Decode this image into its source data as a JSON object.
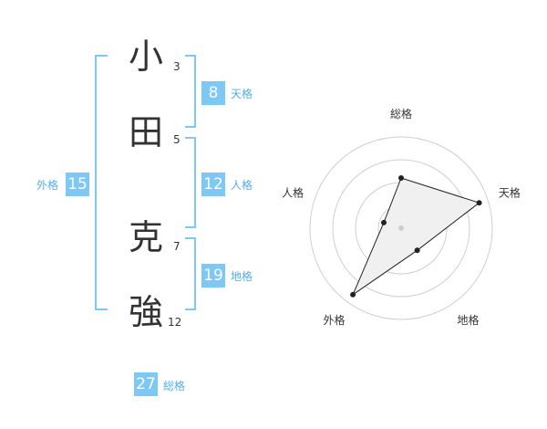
{
  "name": {
    "chars": [
      {
        "char": "小",
        "strokes": "3"
      },
      {
        "char": "田",
        "strokes": "5"
      },
      {
        "char": "克",
        "strokes": "7"
      },
      {
        "char": "強",
        "strokes": "12"
      }
    ]
  },
  "kaku": {
    "tenkaku": {
      "value": "8",
      "label": "天格"
    },
    "jinkaku": {
      "value": "12",
      "label": "人格"
    },
    "chikaku": {
      "value": "19",
      "label": "地格"
    },
    "gaikaku": {
      "value": "15",
      "label": "外格"
    },
    "soukaku": {
      "value": "27",
      "label": "総格"
    }
  },
  "colors": {
    "accent": "#7ec8f5",
    "label": "#55aee6",
    "fill": "#f0f0f0"
  },
  "chart_data": {
    "type": "radar",
    "axes": [
      "総格",
      "天格",
      "地格",
      "外格",
      "人格"
    ],
    "values": [
      0.55,
      0.9,
      0.3,
      0.9,
      0.2
    ],
    "range": [
      0,
      1
    ],
    "rings": 4
  }
}
